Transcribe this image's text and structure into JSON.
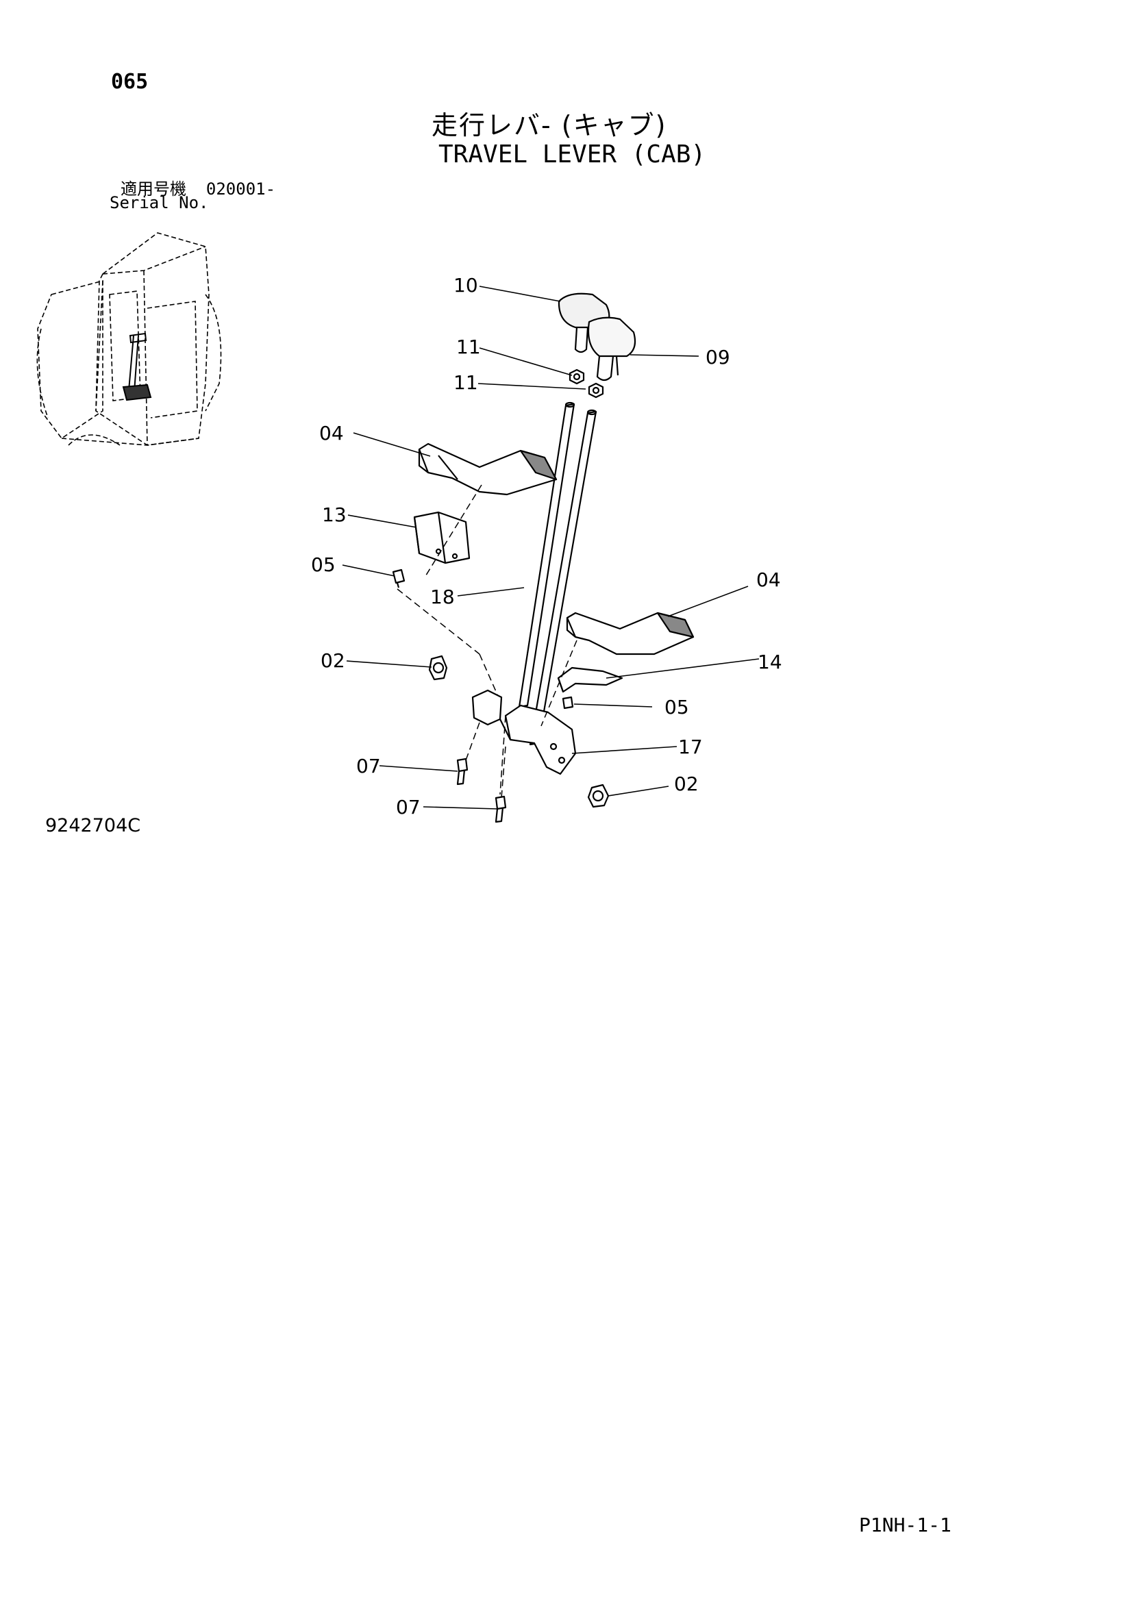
{
  "page_number": "065",
  "title": {
    "japanese": "走行レバ- (キャブ)",
    "english": "TRAVEL LEVER (CAB)"
  },
  "serial": {
    "label_ja": "適用号機",
    "value": "020001-",
    "label_en": "Serial No."
  },
  "drawing_number": "9242704C",
  "page_code": "P1NH-1-1",
  "callouts": {
    "c10": "10",
    "c11a": "11",
    "c11b": "11",
    "c09": "09",
    "c04a": "04",
    "c13": "13",
    "c05a": "05",
    "c18": "18",
    "c04b": "04",
    "c14": "14",
    "c02a": "02",
    "c05b": "05",
    "c17": "17",
    "c07a": "07",
    "c02b": "02",
    "c07b": "07"
  }
}
